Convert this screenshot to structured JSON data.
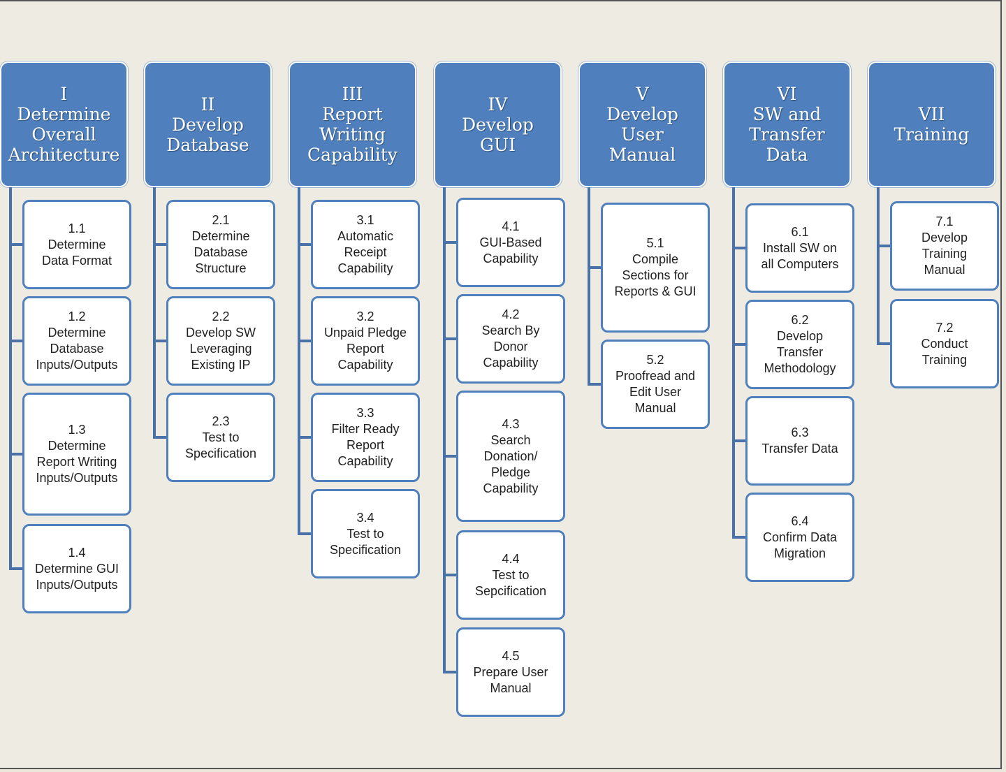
{
  "phases": [
    {
      "numeral": "I",
      "title": "Determine Overall Architecture",
      "tasks": [
        {
          "num": "1.1",
          "name": "Determine\nData Format"
        },
        {
          "num": "1.2",
          "name": "Determine\nDatabase\nInputs/Outputs"
        },
        {
          "num": "1.3",
          "name": "Determine\nReport Writing\nInputs/Outputs"
        },
        {
          "num": "1.4",
          "name": "Determine  GUI\nInputs/Outputs"
        }
      ]
    },
    {
      "numeral": "II",
      "title": "Develop Database",
      "tasks": [
        {
          "num": "2.1",
          "name": "Determine\nDatabase\nStructure"
        },
        {
          "num": "2.2",
          "name": "Develop SW\nLeveraging\nExisting IP"
        },
        {
          "num": "2.3",
          "name": "Test to\nSpecification"
        }
      ]
    },
    {
      "numeral": "III",
      "title": "Report Writing Capability",
      "tasks": [
        {
          "num": "3.1",
          "name": "Automatic\nReceipt\nCapability"
        },
        {
          "num": "3.2",
          "name": "Unpaid Pledge\nReport\nCapability"
        },
        {
          "num": "3.3",
          "name": "Filter Ready\nReport\nCapability"
        },
        {
          "num": "3.4",
          "name": "Test to\nSpecification"
        }
      ]
    },
    {
      "numeral": "IV",
      "title": "Develop GUI",
      "tasks": [
        {
          "num": "4.1",
          "name": "GUI-Based\nCapability"
        },
        {
          "num": "4.2",
          "name": "Search By\nDonor\nCapability"
        },
        {
          "num": "4.3",
          "name": "Search\nDonation/\nPledge\nCapability"
        },
        {
          "num": "4.4",
          "name": "Test to\nSepcification"
        },
        {
          "num": "4.5",
          "name": "Prepare User\nManual"
        }
      ]
    },
    {
      "numeral": "V",
      "title": "Develop User Manual",
      "tasks": [
        {
          "num": "5.1",
          "name": "Compile\nSections for\nReports & GUI"
        },
        {
          "num": "5.2",
          "name": "Proofread and\nEdit User\nManual"
        }
      ]
    },
    {
      "numeral": "VI",
      "title": "SW and Transfer Data",
      "tasks": [
        {
          "num": "6.1",
          "name": "Install SW on\nall Computers"
        },
        {
          "num": "6.2",
          "name": "Develop\nTransfer\nMethodology"
        },
        {
          "num": "6.3",
          "name": "Transfer Data"
        },
        {
          "num": "6.4",
          "name": "Confirm Data\nMigration"
        }
      ]
    },
    {
      "numeral": "VII",
      "title": "Training",
      "tasks": [
        {
          "num": "7.1",
          "name": "Develop\nTraining\nManual"
        },
        {
          "num": "7.2",
          "name": "Conduct\nTraining"
        }
      ]
    }
  ]
}
